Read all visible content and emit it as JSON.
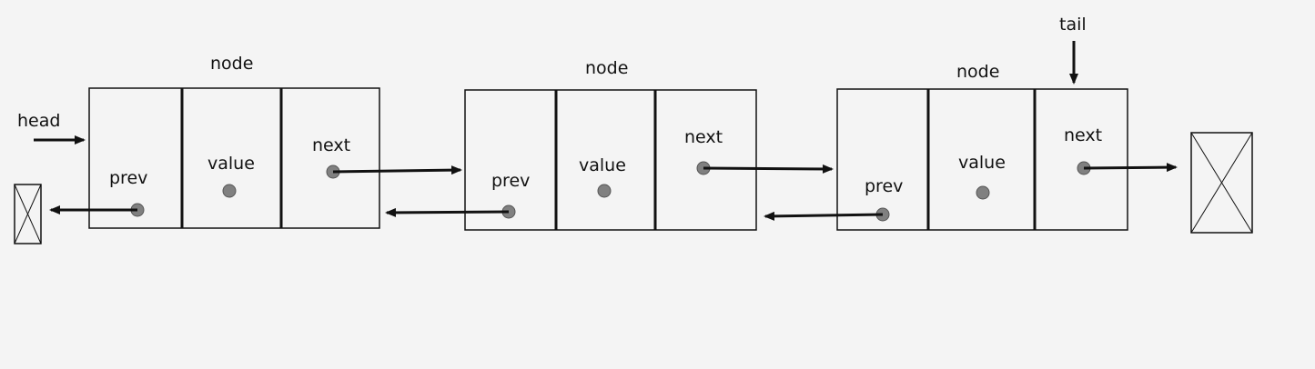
{
  "pointers": {
    "head": "head",
    "tail": "tail"
  },
  "nodes": [
    {
      "title": "node",
      "prev": "prev",
      "value": "value",
      "next": "next"
    },
    {
      "title": "node",
      "prev": "prev",
      "value": "value",
      "next": "next"
    },
    {
      "title": "node",
      "prev": "prev",
      "value": "value",
      "next": "next"
    }
  ],
  "colors": {
    "background": "#f4f4f4",
    "stroke": "#111111",
    "dot_fill": "#808080",
    "dot_stroke": "#555555"
  }
}
